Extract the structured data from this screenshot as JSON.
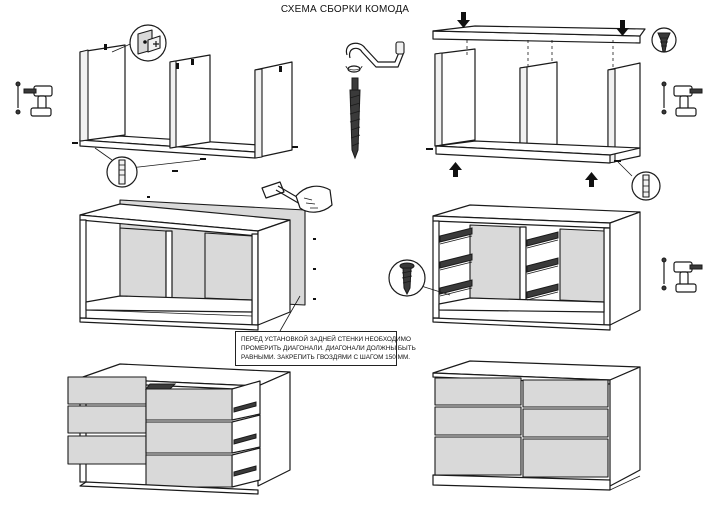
{
  "title": "СХЕМА СБОРКИ КОМОДА",
  "note": {
    "lines": [
      "ПЕРЕД УСТАНОВКОЙ ЗАДНЕЙ СТЕНКИ НЕОБХОДИМО",
      "ПРОМЕРИТЬ ДИАГОНАЛИ. ДИАГОНАЛИ ДОЛЖНЫ БЫТЬ",
      "РАВНЫМИ. ЗАКРЕПИТЬ ГВОЗДЯМИ С ШАГОМ 150 ММ."
    ]
  }
}
